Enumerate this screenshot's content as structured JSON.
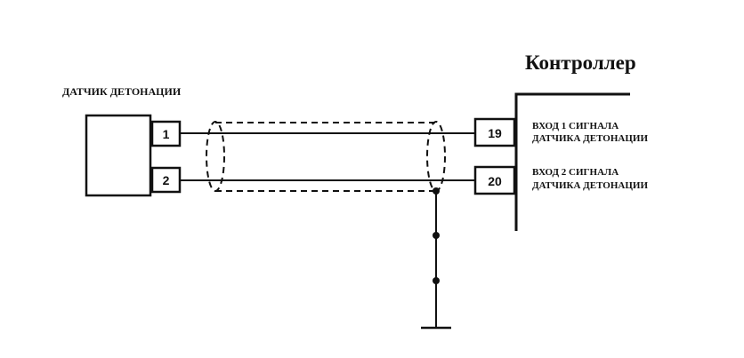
{
  "sensor": {
    "title": "ДАТЧИК ДЕТОНАЦИИ",
    "pins": [
      "1",
      "2"
    ]
  },
  "controller": {
    "title": "Контроллер",
    "pins": [
      {
        "number": "19",
        "label_line1": "ВХОД 1 СИГНАЛА",
        "label_line2": "ДАТЧИКА ДЕТОНАЦИИ"
      },
      {
        "number": "20",
        "label_line1": "ВХОД 2 СИГНАЛА",
        "label_line2": "ДАТЧИКА ДЕТОНАЦИИ"
      }
    ]
  },
  "colors": {
    "line": "#111111",
    "background": "#ffffff"
  }
}
